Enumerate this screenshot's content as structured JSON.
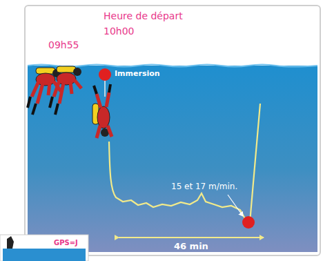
{
  "diagram": {
    "labels": [
      "09h55",
      "Heure de départ",
      "10h00",
      "Immersion",
      "15 et 17 m/min.",
      "46 min",
      "GPS=J"
    ]
  }
}
